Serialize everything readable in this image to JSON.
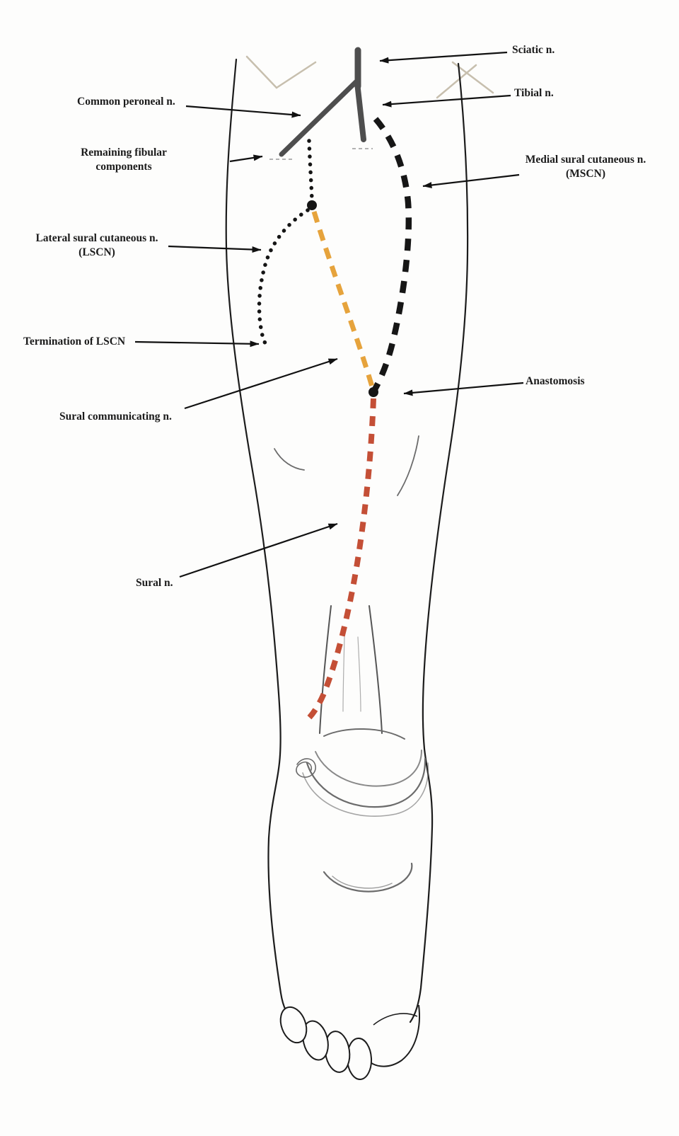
{
  "diagram": {
    "labels": {
      "sciatic": "Sciatic n.",
      "tibial": "Tibial n.",
      "common_peroneal": "Common peroneal n.",
      "remaining_fibular": "Remaining fibular\ncomponents",
      "mscn": "Medial sural cutaneous n.\n(MSCN)",
      "lscn": "Lateral sural cutaneous n.\n(LSCN)",
      "termination_lscn": "Termination of LSCN",
      "sural_communicating": "Sural communicating n.",
      "anastomosis": "Anastomosis",
      "sural": "Sural n."
    },
    "colors": {
      "nerve_trunk_gray": "#4e4e4e",
      "dotted_black": "#151515",
      "dashed_black": "#161616",
      "sural_communicating_orange": "#E6A33C",
      "sural_nerve_red": "#C44F36",
      "outline_black": "#1c1c1c",
      "arrow_black": "#111111"
    }
  }
}
